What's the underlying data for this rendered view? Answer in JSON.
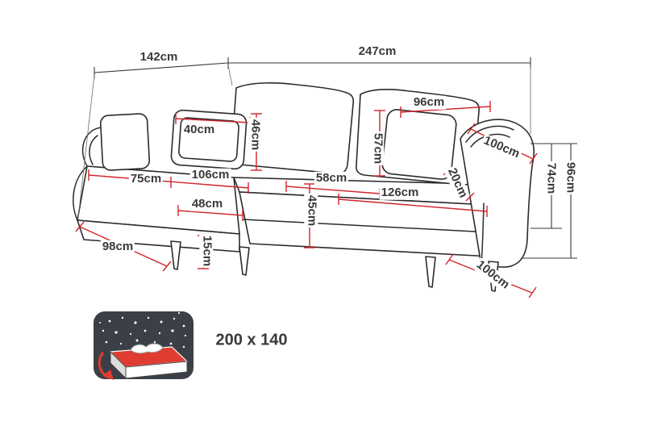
{
  "diagram_type": "corner-sofa-dimension-drawing",
  "dimensions": {
    "total_width": "247cm",
    "chaise_depth": "142cm",
    "right_back_width": "96cm",
    "small_pillow_width": "40cm",
    "small_pillow_height": "46cm",
    "backrest_height": "57cm",
    "chaise_seat_width": "75cm",
    "chaise_length": "106cm",
    "seat_depth": "58cm",
    "seat_front_width": "126cm",
    "arm_pillow_thickness": "20cm",
    "armrest_depth": "100cm",
    "armrest_height": "74cm",
    "total_height": "96cm",
    "chaise_front_height": "48cm",
    "seat_height": "45cm",
    "chaise_front_width": "98cm",
    "leg_height": "15cm",
    "base_depth": "100cm"
  },
  "sleeping_area": {
    "icon": "bed-with-stars-icon",
    "label": "200 x 140"
  },
  "colors": {
    "dimension_red": "#d2232a",
    "line_dark": "#2b2b2b",
    "label_text": "#3a3a3a",
    "icon_bg": "#3b4046",
    "icon_red": "#e03c31"
  }
}
